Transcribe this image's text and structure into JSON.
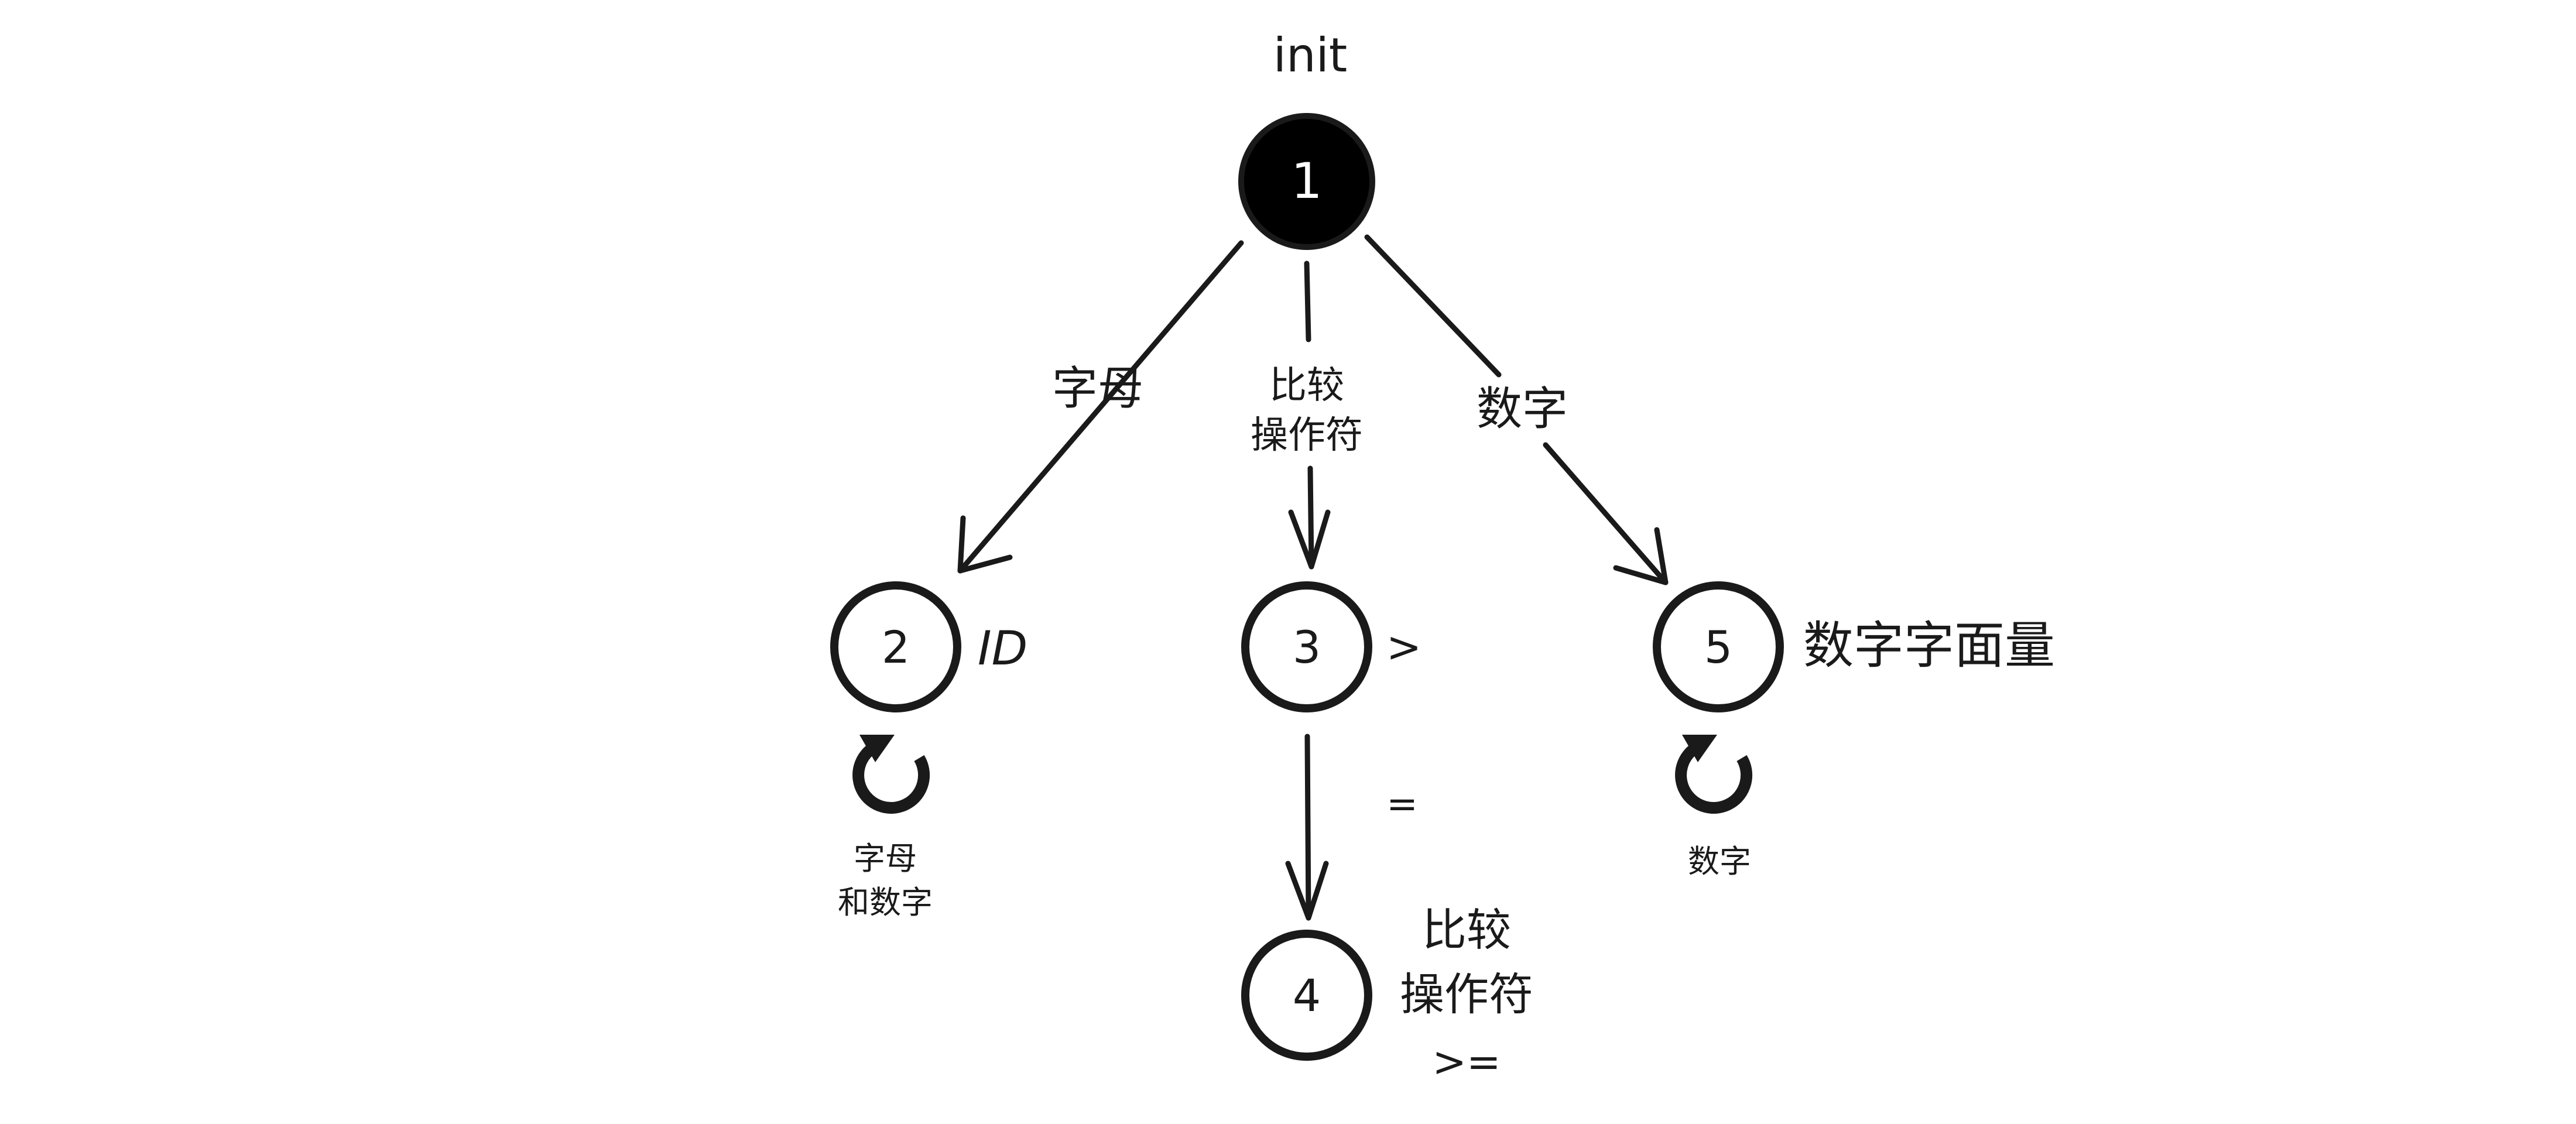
{
  "colors": {
    "ink": "#1a1a1a",
    "background": "#ffffff",
    "initial_fill": "#000000",
    "initial_text": "#ffffff"
  },
  "states": {
    "s1": {
      "label": "1",
      "tag": "init"
    },
    "s2": {
      "label": "2",
      "tag": "ID"
    },
    "s3": {
      "label": "3",
      "tag": ">"
    },
    "s4": {
      "label": "4",
      "tag_line1": "比较",
      "tag_line2": "操作符",
      "tag_line3": ">="
    },
    "s5": {
      "label": "5",
      "tag": "数字字面量"
    }
  },
  "transitions": {
    "t12": {
      "label": "字母"
    },
    "t13": {
      "label_line1": "比较",
      "label_line2": "操作符"
    },
    "t15": {
      "label": "数字"
    },
    "t34": {
      "label": "="
    },
    "loop2": {
      "label_line1": "字母",
      "label_line2": "和数字",
      "icon": "loop-arrow-icon"
    },
    "loop5": {
      "label": "数字",
      "icon": "loop-arrow-icon"
    }
  }
}
